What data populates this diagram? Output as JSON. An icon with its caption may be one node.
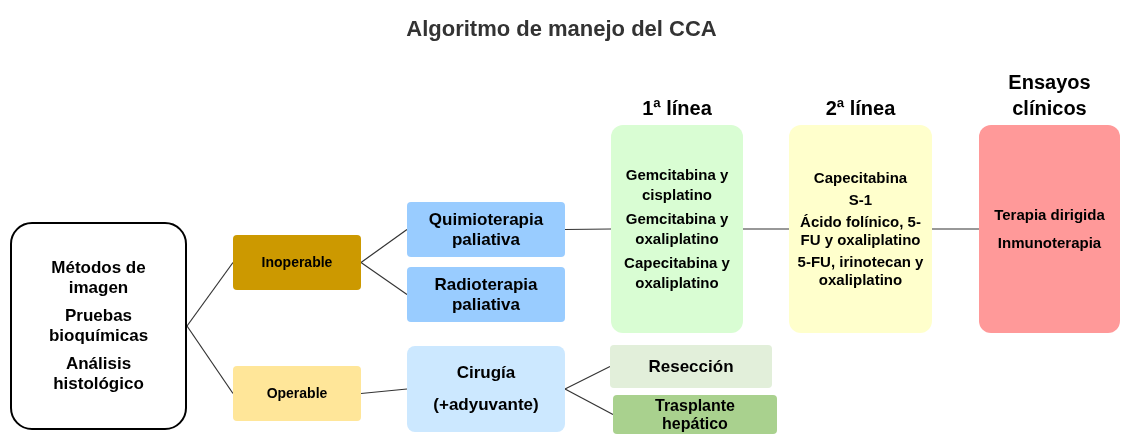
{
  "diagram": {
    "title": "Algoritmo de manejo del CCA",
    "nodes": [
      {
        "text": [
          "Métodos de imagen",
          "Pruebas bioquímicas",
          "Análisis histológico"
        ]
      },
      {
        "text": [
          "Inoperable"
        ]
      },
      {
        "text": [
          "Operable"
        ]
      },
      {
        "text": [
          "Quimioterapia paliativa"
        ]
      },
      {
        "text": [
          "Radioterapia paliativa"
        ]
      },
      {
        "text": [
          "Cirugía",
          "(+adyuvante)"
        ]
      },
      {
        "text": [
          "1ª línea",
          "Gemcitabina y cisplatino",
          "Gemcitabina y oxaliplatino",
          "Capecitabina y oxaliplatino"
        ]
      },
      {
        "text": [
          "Resección"
        ]
      },
      {
        "text": [
          "Trasplante hepático"
        ]
      },
      {
        "text": [
          "2ª línea",
          "Capecitabina",
          "S-1",
          "Ácido folínico, 5-FU y oxaliplatino",
          "5-FU, irinotecan y oxaliplatino"
        ]
      },
      {
        "text": [
          "Ensayos clínicos",
          "Terapia dirigida",
          "Inmunoterapia"
        ]
      }
    ],
    "edges": [
      {
        "from": 0,
        "to": 1,
        "arrow": "none"
      },
      {
        "from": 0,
        "to": 2,
        "arrow": "none"
      },
      {
        "from": 1,
        "to": 3,
        "arrow": "none"
      },
      {
        "from": 1,
        "to": 4,
        "arrow": "none"
      },
      {
        "from": 2,
        "to": 5,
        "arrow": "none"
      },
      {
        "from": 5,
        "to": 7,
        "arrow": "none"
      },
      {
        "from": 5,
        "to": 8,
        "arrow": "none"
      },
      {
        "from": 3,
        "to": 6,
        "arrow": "none"
      },
      {
        "from": 6,
        "to": 9,
        "arrow": "none"
      },
      {
        "from": 9,
        "to": 10,
        "arrow": "none"
      }
    ]
  }
}
